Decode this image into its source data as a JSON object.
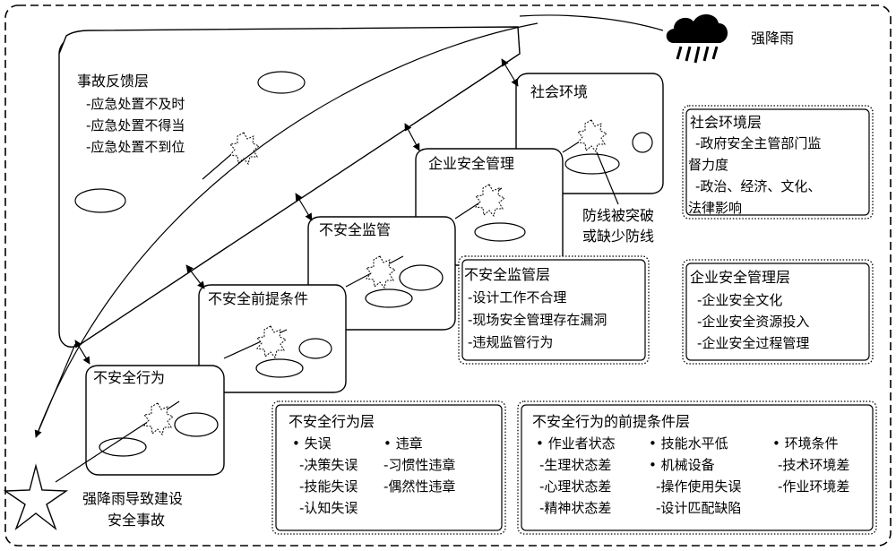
{
  "rain_label": "强降雨",
  "accident_label": [
    "强降雨导致建设",
    "安全事故"
  ],
  "breach_label": [
    "防线被突破",
    "或缺少防线"
  ],
  "layers": {
    "feedback": {
      "title": "事故反馈层",
      "items": [
        "-应急处置不及时",
        "-应急处置不得当",
        "-应急处置不到位"
      ]
    },
    "social": "社会环境",
    "enterprise": "企业安全管理",
    "supervision": "不安全监管",
    "precondition": "不安全前提条件",
    "behavior": "不安全行为"
  },
  "cards": {
    "social": {
      "title": "社会环境层",
      "items": [
        "-政府安全主管部门监",
        "督力度",
        "-政治、经济、文化、",
        "法律影响"
      ]
    },
    "enterprise": {
      "title": "企业安全管理层",
      "items": [
        "-企业安全文化",
        "-企业安全资源投入",
        "-企业安全过程管理"
      ]
    },
    "supervision": {
      "title": "不安全监管层",
      "items": [
        "-设计工作不合理",
        "-现场安全管理存在漏洞",
        "-违规监管行为"
      ]
    },
    "behavior": {
      "title": "不安全行为层",
      "col1": [
        "• 失误",
        "-决策失误",
        "-技能失误",
        "-认知失误"
      ],
      "col2": [
        "• 违章",
        "-习惯性违章",
        "-偶然性违章"
      ]
    },
    "precondition": {
      "title": "不安全行为的前提条件层",
      "col1": [
        "• 作业者状态",
        "-生理状态差",
        "-心理状态差",
        "-精神状态差"
      ],
      "col2": [
        "• 技能水平低",
        "• 机械设备",
        "-操作使用失误",
        "-设计匹配缺陷"
      ],
      "col3": [
        "• 环境条件",
        "-技术环境差",
        "-作业环境差"
      ]
    }
  }
}
